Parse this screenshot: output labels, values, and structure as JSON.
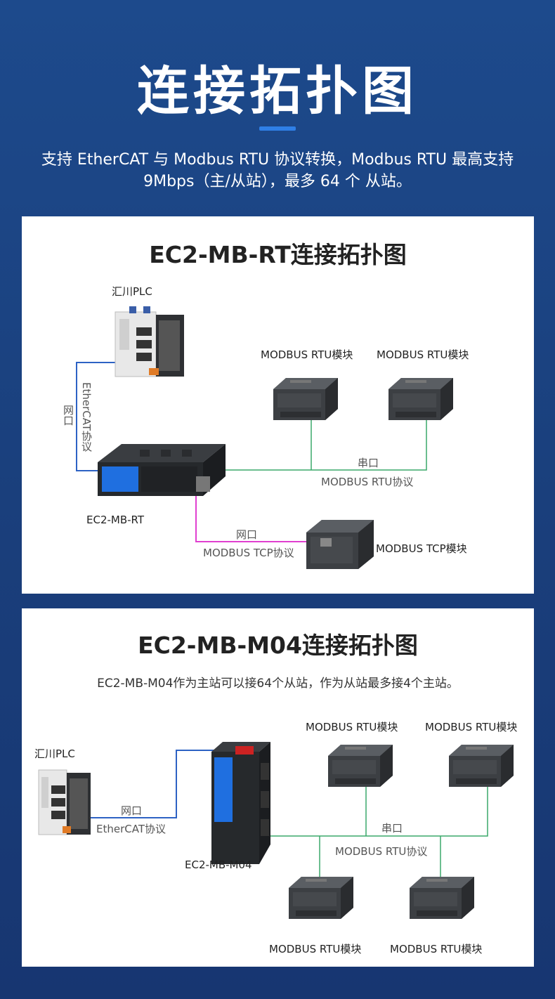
{
  "header": {
    "title": "连接拓扑图",
    "subtitle_line1": "支持 EtherCAT 与 Modbus RTU 协议转换，Modbus RTU 最高支持",
    "subtitle_line2": "9Mbps（主/从站），最多 64 个 从站。"
  },
  "colors": {
    "background": "#1d4a8c",
    "accent_bar": "#2f7fe6",
    "ethercat_line": "#2d62c4",
    "rtu_line": "#3aa86a",
    "tcp_line": "#e040d0"
  },
  "diagram1": {
    "title": "EC2-MB-RT连接拓扑图",
    "plc_label": "汇川PLC",
    "ethercat_protocol": "EtherCAT协议",
    "net_port": "网口",
    "device_label": "EC2-MB-RT",
    "rtu_module_1": "MODBUS RTU模块",
    "rtu_module_2": "MODBUS RTU模块",
    "serial_port": "串口",
    "rtu_protocol": "MODBUS RTU协议",
    "tcp_net_port": "网口",
    "tcp_protocol": "MODBUS TCP协议",
    "tcp_module": "MODBUS TCP模块"
  },
  "diagram2": {
    "title": "EC2-MB-M04连接拓扑图",
    "description": "EC2-MB-M04作为主站可以接64个从站，作为从站最多接4个主站。",
    "plc_label": "汇川PLC",
    "net_port": "网口",
    "ethercat_protocol": "EtherCAT协议",
    "device_label": "EC2-MB-M04",
    "rtu_module_top_1": "MODBUS RTU模块",
    "rtu_module_top_2": "MODBUS RTU模块",
    "serial_port": "串口",
    "rtu_protocol": "MODBUS RTU协议",
    "rtu_module_bottom_1": "MODBUS RTU模块",
    "rtu_module_bottom_2": "MODBUS RTU模块"
  },
  "icons": [
    "plc-icon",
    "gateway-device-icon",
    "rtu-module-icon",
    "tcp-module-icon"
  ]
}
